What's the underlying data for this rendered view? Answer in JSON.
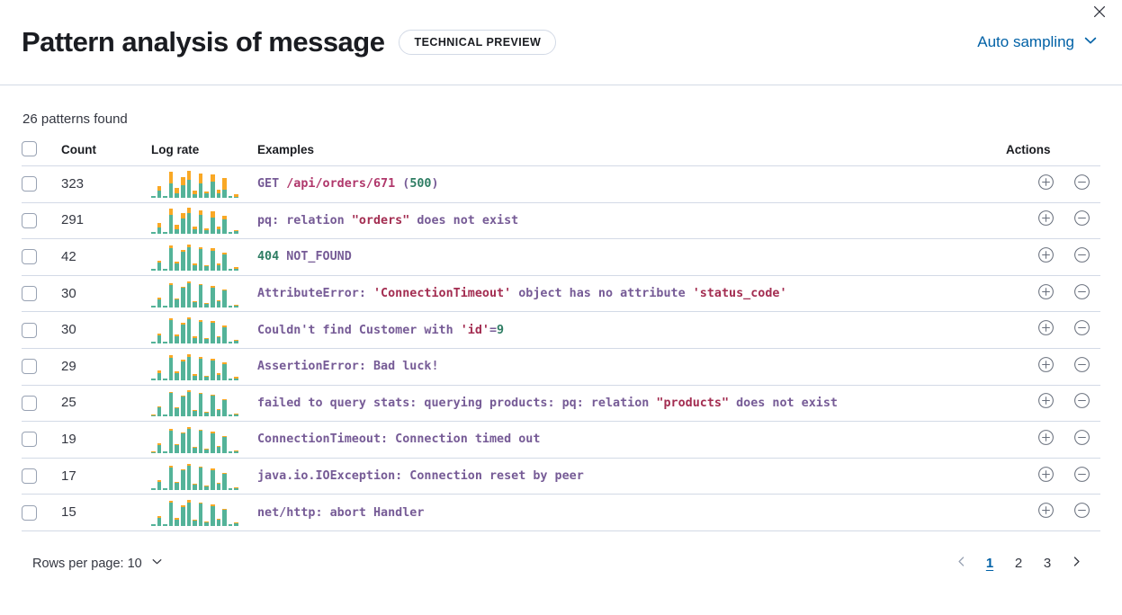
{
  "header": {
    "title": "Pattern analysis of message",
    "badge": "TECHNICAL PREVIEW",
    "sampling_label": "Auto sampling",
    "sampling_icon": "chevron-down-icon",
    "close_icon": "close-icon"
  },
  "summary": {
    "patterns_found": "26 patterns found"
  },
  "table": {
    "columns": {
      "count": "Count",
      "log_rate": "Log rate",
      "examples": "Examples",
      "actions": "Actions"
    },
    "action_icons": {
      "add": "plus-in-circle-icon",
      "remove": "minus-in-circle-icon"
    },
    "rows": [
      {
        "count": "323",
        "example_plain": "GET /api/orders/671 (500)",
        "example_tokens": [
          {
            "t": "GET ",
            "c": "tok-pl"
          },
          {
            "t": "/api/orders/671",
            "c": "tok-str"
          },
          {
            "t": " (",
            "c": "tok-pl"
          },
          {
            "t": "500",
            "c": "tok-num"
          },
          {
            "t": ")",
            "c": "tok-pl"
          }
        ],
        "spark": [
          {
            "h": 0.06,
            "o": 0.0
          },
          {
            "h": 0.42,
            "o": 0.18
          },
          {
            "h": 0.07,
            "o": 0.0
          },
          {
            "h": 0.95,
            "o": 0.42
          },
          {
            "h": 0.36,
            "o": 0.2
          },
          {
            "h": 0.78,
            "o": 0.3
          },
          {
            "h": 1.0,
            "o": 0.34
          },
          {
            "h": 0.28,
            "o": 0.13
          },
          {
            "h": 0.9,
            "o": 0.35
          },
          {
            "h": 0.22,
            "o": 0.06
          },
          {
            "h": 0.88,
            "o": 0.28
          },
          {
            "h": 0.3,
            "o": 0.12
          },
          {
            "h": 0.72,
            "o": 0.42
          },
          {
            "h": 0.08,
            "o": 0.0
          },
          {
            "h": 0.14,
            "o": 0.1
          }
        ]
      },
      {
        "count": "291",
        "example_plain": "pq: relation \"orders\" does not exist",
        "example_tokens": [
          {
            "t": "pq: relation ",
            "c": "tok-pl"
          },
          {
            "t": "\"orders\"",
            "c": "tok-str2"
          },
          {
            "t": " does not exist",
            "c": "tok-pl"
          }
        ],
        "spark": [
          {
            "h": 0.05,
            "o": 0.0
          },
          {
            "h": 0.4,
            "o": 0.16
          },
          {
            "h": 0.06,
            "o": 0.0
          },
          {
            "h": 0.92,
            "o": 0.22
          },
          {
            "h": 0.34,
            "o": 0.16
          },
          {
            "h": 0.76,
            "o": 0.2
          },
          {
            "h": 0.98,
            "o": 0.2
          },
          {
            "h": 0.26,
            "o": 0.1
          },
          {
            "h": 0.86,
            "o": 0.18
          },
          {
            "h": 0.2,
            "o": 0.05
          },
          {
            "h": 0.84,
            "o": 0.22
          },
          {
            "h": 0.28,
            "o": 0.1
          },
          {
            "h": 0.68,
            "o": 0.14
          },
          {
            "h": 0.07,
            "o": 0.0
          },
          {
            "h": 0.13,
            "o": 0.04
          }
        ]
      },
      {
        "count": "42",
        "example_plain": "404 NOT_FOUND",
        "example_tokens": [
          {
            "t": "404",
            "c": "tok-num"
          },
          {
            "t": " NOT_FOUND",
            "c": "tok-pl"
          }
        ],
        "spark": [
          {
            "h": 0.05,
            "o": 0.0
          },
          {
            "h": 0.38,
            "o": 0.07
          },
          {
            "h": 0.06,
            "o": 0.0
          },
          {
            "h": 0.93,
            "o": 0.09
          },
          {
            "h": 0.33,
            "o": 0.05
          },
          {
            "h": 0.78,
            "o": 0.06
          },
          {
            "h": 0.97,
            "o": 0.1
          },
          {
            "h": 0.25,
            "o": 0.05
          },
          {
            "h": 0.88,
            "o": 0.05
          },
          {
            "h": 0.19,
            "o": 0.04
          },
          {
            "h": 0.82,
            "o": 0.09
          },
          {
            "h": 0.27,
            "o": 0.05
          },
          {
            "h": 0.66,
            "o": 0.06
          },
          {
            "h": 0.07,
            "o": 0.0
          },
          {
            "h": 0.12,
            "o": 0.05
          }
        ]
      },
      {
        "count": "30",
        "example_plain": "AttributeError: 'ConnectionTimeout' object has no attribute 'status_code'",
        "example_tokens": [
          {
            "t": "AttributeError: ",
            "c": "tok-pl"
          },
          {
            "t": "'ConnectionTimeout'",
            "c": "tok-str2"
          },
          {
            "t": " object has no attribute ",
            "c": "tok-pl"
          },
          {
            "t": "'status_code'",
            "c": "tok-str2"
          }
        ],
        "spark": [
          {
            "h": 0.04,
            "o": 0.0
          },
          {
            "h": 0.37,
            "o": 0.05
          },
          {
            "h": 0.06,
            "o": 0.0
          },
          {
            "h": 0.91,
            "o": 0.06
          },
          {
            "h": 0.32,
            "o": 0.04
          },
          {
            "h": 0.77,
            "o": 0.04
          },
          {
            "h": 0.96,
            "o": 0.07
          },
          {
            "h": 0.24,
            "o": 0.04
          },
          {
            "h": 0.87,
            "o": 0.04
          },
          {
            "h": 0.18,
            "o": 0.03
          },
          {
            "h": 0.81,
            "o": 0.06
          },
          {
            "h": 0.26,
            "o": 0.04
          },
          {
            "h": 0.65,
            "o": 0.04
          },
          {
            "h": 0.06,
            "o": 0.0
          },
          {
            "h": 0.11,
            "o": 0.04
          }
        ]
      },
      {
        "count": "30",
        "example_plain": "Couldn't find Customer with 'id'=9",
        "example_tokens": [
          {
            "t": "Couldn't find Customer with ",
            "c": "tok-pl"
          },
          {
            "t": "'id'",
            "c": "tok-str2"
          },
          {
            "t": "=",
            "c": "tok-pl"
          },
          {
            "t": "9",
            "c": "tok-num"
          }
        ],
        "spark": [
          {
            "h": 0.05,
            "o": 0.0
          },
          {
            "h": 0.38,
            "o": 0.06
          },
          {
            "h": 0.06,
            "o": 0.0
          },
          {
            "h": 0.92,
            "o": 0.07
          },
          {
            "h": 0.33,
            "o": 0.05
          },
          {
            "h": 0.78,
            "o": 0.05
          },
          {
            "h": 0.97,
            "o": 0.08
          },
          {
            "h": 0.25,
            "o": 0.05
          },
          {
            "h": 0.88,
            "o": 0.05
          },
          {
            "h": 0.19,
            "o": 0.04
          },
          {
            "h": 0.82,
            "o": 0.07
          },
          {
            "h": 0.27,
            "o": 0.04
          },
          {
            "h": 0.66,
            "o": 0.05
          },
          {
            "h": 0.06,
            "o": 0.0
          },
          {
            "h": 0.12,
            "o": 0.04
          }
        ]
      },
      {
        "count": "29",
        "example_plain": "AssertionError: Bad luck!",
        "example_tokens": [
          {
            "t": "AssertionError: Bad luck!",
            "c": "tok-pl"
          }
        ],
        "spark": [
          {
            "h": 0.05,
            "o": 0.0
          },
          {
            "h": 0.37,
            "o": 0.09
          },
          {
            "h": 0.06,
            "o": 0.0
          },
          {
            "h": 0.92,
            "o": 0.09
          },
          {
            "h": 0.32,
            "o": 0.05
          },
          {
            "h": 0.77,
            "o": 0.05
          },
          {
            "h": 0.96,
            "o": 0.1
          },
          {
            "h": 0.24,
            "o": 0.05
          },
          {
            "h": 0.87,
            "o": 0.05
          },
          {
            "h": 0.18,
            "o": 0.04
          },
          {
            "h": 0.81,
            "o": 0.08
          },
          {
            "h": 0.26,
            "o": 0.05
          },
          {
            "h": 0.65,
            "o": 0.05
          },
          {
            "h": 0.06,
            "o": 0.0
          },
          {
            "h": 0.12,
            "o": 0.05
          }
        ]
      },
      {
        "count": "25",
        "example_plain": "failed to query stats: querying products: pq: relation \"products\" does not exist",
        "example_tokens": [
          {
            "t": "failed to query stats: querying products: pq: relation ",
            "c": "tok-pl"
          },
          {
            "t": "\"products\"",
            "c": "tok-str2"
          },
          {
            "t": " does not exist",
            "c": "tok-pl"
          }
        ],
        "spark": [
          {
            "h": 0.05,
            "o": 0.02
          },
          {
            "h": 0.37,
            "o": 0.03
          },
          {
            "h": 0.05,
            "o": 0.0
          },
          {
            "h": 0.91,
            "o": 0.04
          },
          {
            "h": 0.32,
            "o": 0.03
          },
          {
            "h": 0.77,
            "o": 0.03
          },
          {
            "h": 0.96,
            "o": 0.05
          },
          {
            "h": 0.24,
            "o": 0.03
          },
          {
            "h": 0.87,
            "o": 0.03
          },
          {
            "h": 0.18,
            "o": 0.02
          },
          {
            "h": 0.8,
            "o": 0.04
          },
          {
            "h": 0.26,
            "o": 0.03
          },
          {
            "h": 0.64,
            "o": 0.03
          },
          {
            "h": 0.06,
            "o": 0.0
          },
          {
            "h": 0.11,
            "o": 0.03
          }
        ]
      },
      {
        "count": "19",
        "example_plain": "ConnectionTimeout: Connection timed out",
        "example_tokens": [
          {
            "t": "ConnectionTimeout: Connection timed out",
            "c": "tok-pl"
          }
        ],
        "spark": [
          {
            "h": 0.05,
            "o": 0.02
          },
          {
            "h": 0.37,
            "o": 0.06
          },
          {
            "h": 0.05,
            "o": 0.0
          },
          {
            "h": 0.91,
            "o": 0.07
          },
          {
            "h": 0.32,
            "o": 0.04
          },
          {
            "h": 0.77,
            "o": 0.04
          },
          {
            "h": 0.96,
            "o": 0.08
          },
          {
            "h": 0.24,
            "o": 0.04
          },
          {
            "h": 0.86,
            "o": 0.04
          },
          {
            "h": 0.18,
            "o": 0.03
          },
          {
            "h": 0.8,
            "o": 0.06
          },
          {
            "h": 0.26,
            "o": 0.04
          },
          {
            "h": 0.64,
            "o": 0.04
          },
          {
            "h": 0.06,
            "o": 0.0
          },
          {
            "h": 0.11,
            "o": 0.04
          }
        ]
      },
      {
        "count": "17",
        "example_plain": "java.io.IOException: Connection reset by peer",
        "example_tokens": [
          {
            "t": "java.io.IOException: Connection reset by peer",
            "c": "tok-pl"
          }
        ],
        "spark": [
          {
            "h": 0.05,
            "o": 0.0
          },
          {
            "h": 0.36,
            "o": 0.07
          },
          {
            "h": 0.05,
            "o": 0.0
          },
          {
            "h": 0.9,
            "o": 0.07
          },
          {
            "h": 0.31,
            "o": 0.04
          },
          {
            "h": 0.76,
            "o": 0.04
          },
          {
            "h": 0.95,
            "o": 0.08
          },
          {
            "h": 0.23,
            "o": 0.04
          },
          {
            "h": 0.86,
            "o": 0.04
          },
          {
            "h": 0.17,
            "o": 0.03
          },
          {
            "h": 0.79,
            "o": 0.06
          },
          {
            "h": 0.25,
            "o": 0.04
          },
          {
            "h": 0.63,
            "o": 0.04
          },
          {
            "h": 0.06,
            "o": 0.0
          },
          {
            "h": 0.11,
            "o": 0.04
          }
        ]
      },
      {
        "count": "15",
        "example_plain": "net/http: abort Handler",
        "example_tokens": [
          {
            "t": "net/http: abort Handler",
            "c": "tok-pl"
          }
        ],
        "spark": [
          {
            "h": 0.05,
            "o": 0.0
          },
          {
            "h": 0.36,
            "o": 0.08
          },
          {
            "h": 0.05,
            "o": 0.0
          },
          {
            "h": 0.92,
            "o": 0.08
          },
          {
            "h": 0.31,
            "o": 0.05
          },
          {
            "h": 0.76,
            "o": 0.05
          },
          {
            "h": 0.95,
            "o": 0.09
          },
          {
            "h": 0.23,
            "o": 0.04
          },
          {
            "h": 0.86,
            "o": 0.04
          },
          {
            "h": 0.17,
            "o": 0.03
          },
          {
            "h": 0.79,
            "o": 0.06
          },
          {
            "h": 0.25,
            "o": 0.04
          },
          {
            "h": 0.63,
            "o": 0.04
          },
          {
            "h": 0.06,
            "o": 0.0
          },
          {
            "h": 0.12,
            "o": 0.04
          }
        ]
      }
    ]
  },
  "footer": {
    "rows_per_page_label": "Rows per page: 10",
    "rows_per_page_icon": "chevron-down-icon",
    "prev_icon": "chevron-left-icon",
    "next_icon": "chevron-right-icon",
    "pages": [
      "1",
      "2",
      "3"
    ],
    "active_page": "1"
  },
  "colors": {
    "accent_link": "#0061a6",
    "bar_green": "#54b399",
    "bar_orange": "#f9a825",
    "border": "#d3dae6",
    "code_purple": "#765b96",
    "code_red": "#a32d51",
    "code_green": "#2e7d63"
  }
}
